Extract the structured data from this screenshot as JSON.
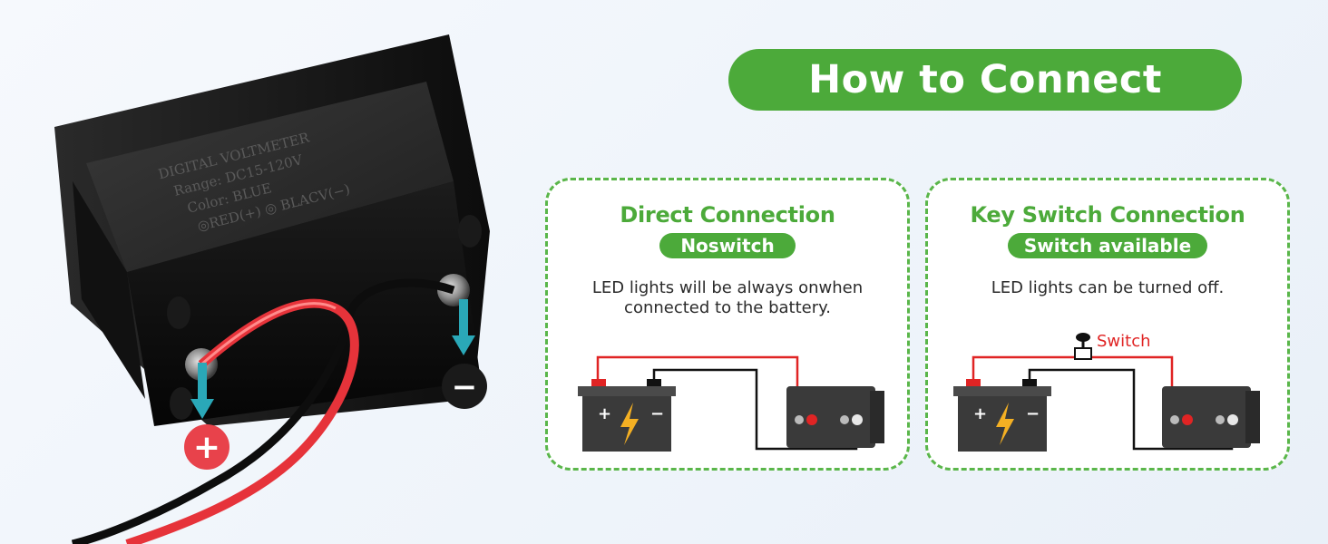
{
  "photo": {
    "label_lines": [
      "DIGITAL VOLTMETER",
      "Range: DC15-120V",
      "Color: BLUE",
      "◎RED(+)  ◎  BLACV(−)"
    ],
    "plus_symbol": "+",
    "minus_symbol": "−"
  },
  "header": {
    "title": "How to Connect"
  },
  "cards": [
    {
      "title": "Direct Connection",
      "badge": "Noswitch",
      "description": "LED lights will be always onwhen connected to the battery."
    },
    {
      "title": "Key Switch Connection",
      "badge": "Switch available",
      "description": "LED lights can be turned off.",
      "switch_label": "Switch"
    }
  ],
  "colors": {
    "brand_green": "#4caa3a",
    "wire_red": "#e02424",
    "wire_black": "#111111",
    "plus_badge": "#e8424b",
    "minus_badge": "#1a1a1a",
    "arrow_teal": "#2aa8b8"
  }
}
